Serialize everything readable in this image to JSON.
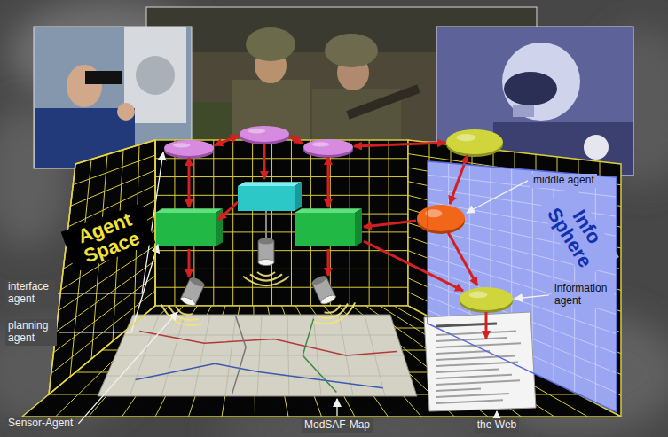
{
  "diagram": {
    "nodes": [
      {
        "text": [
          "Agent Space"
        ]
      },
      {
        "text": [
          "Info Sphere"
        ]
      }
    ],
    "labels": [
      "middle agent",
      "interface agent",
      "planning agent",
      "information agent",
      "Sensor-Agent",
      "ModSAF-Map",
      "the Web"
    ]
  }
}
